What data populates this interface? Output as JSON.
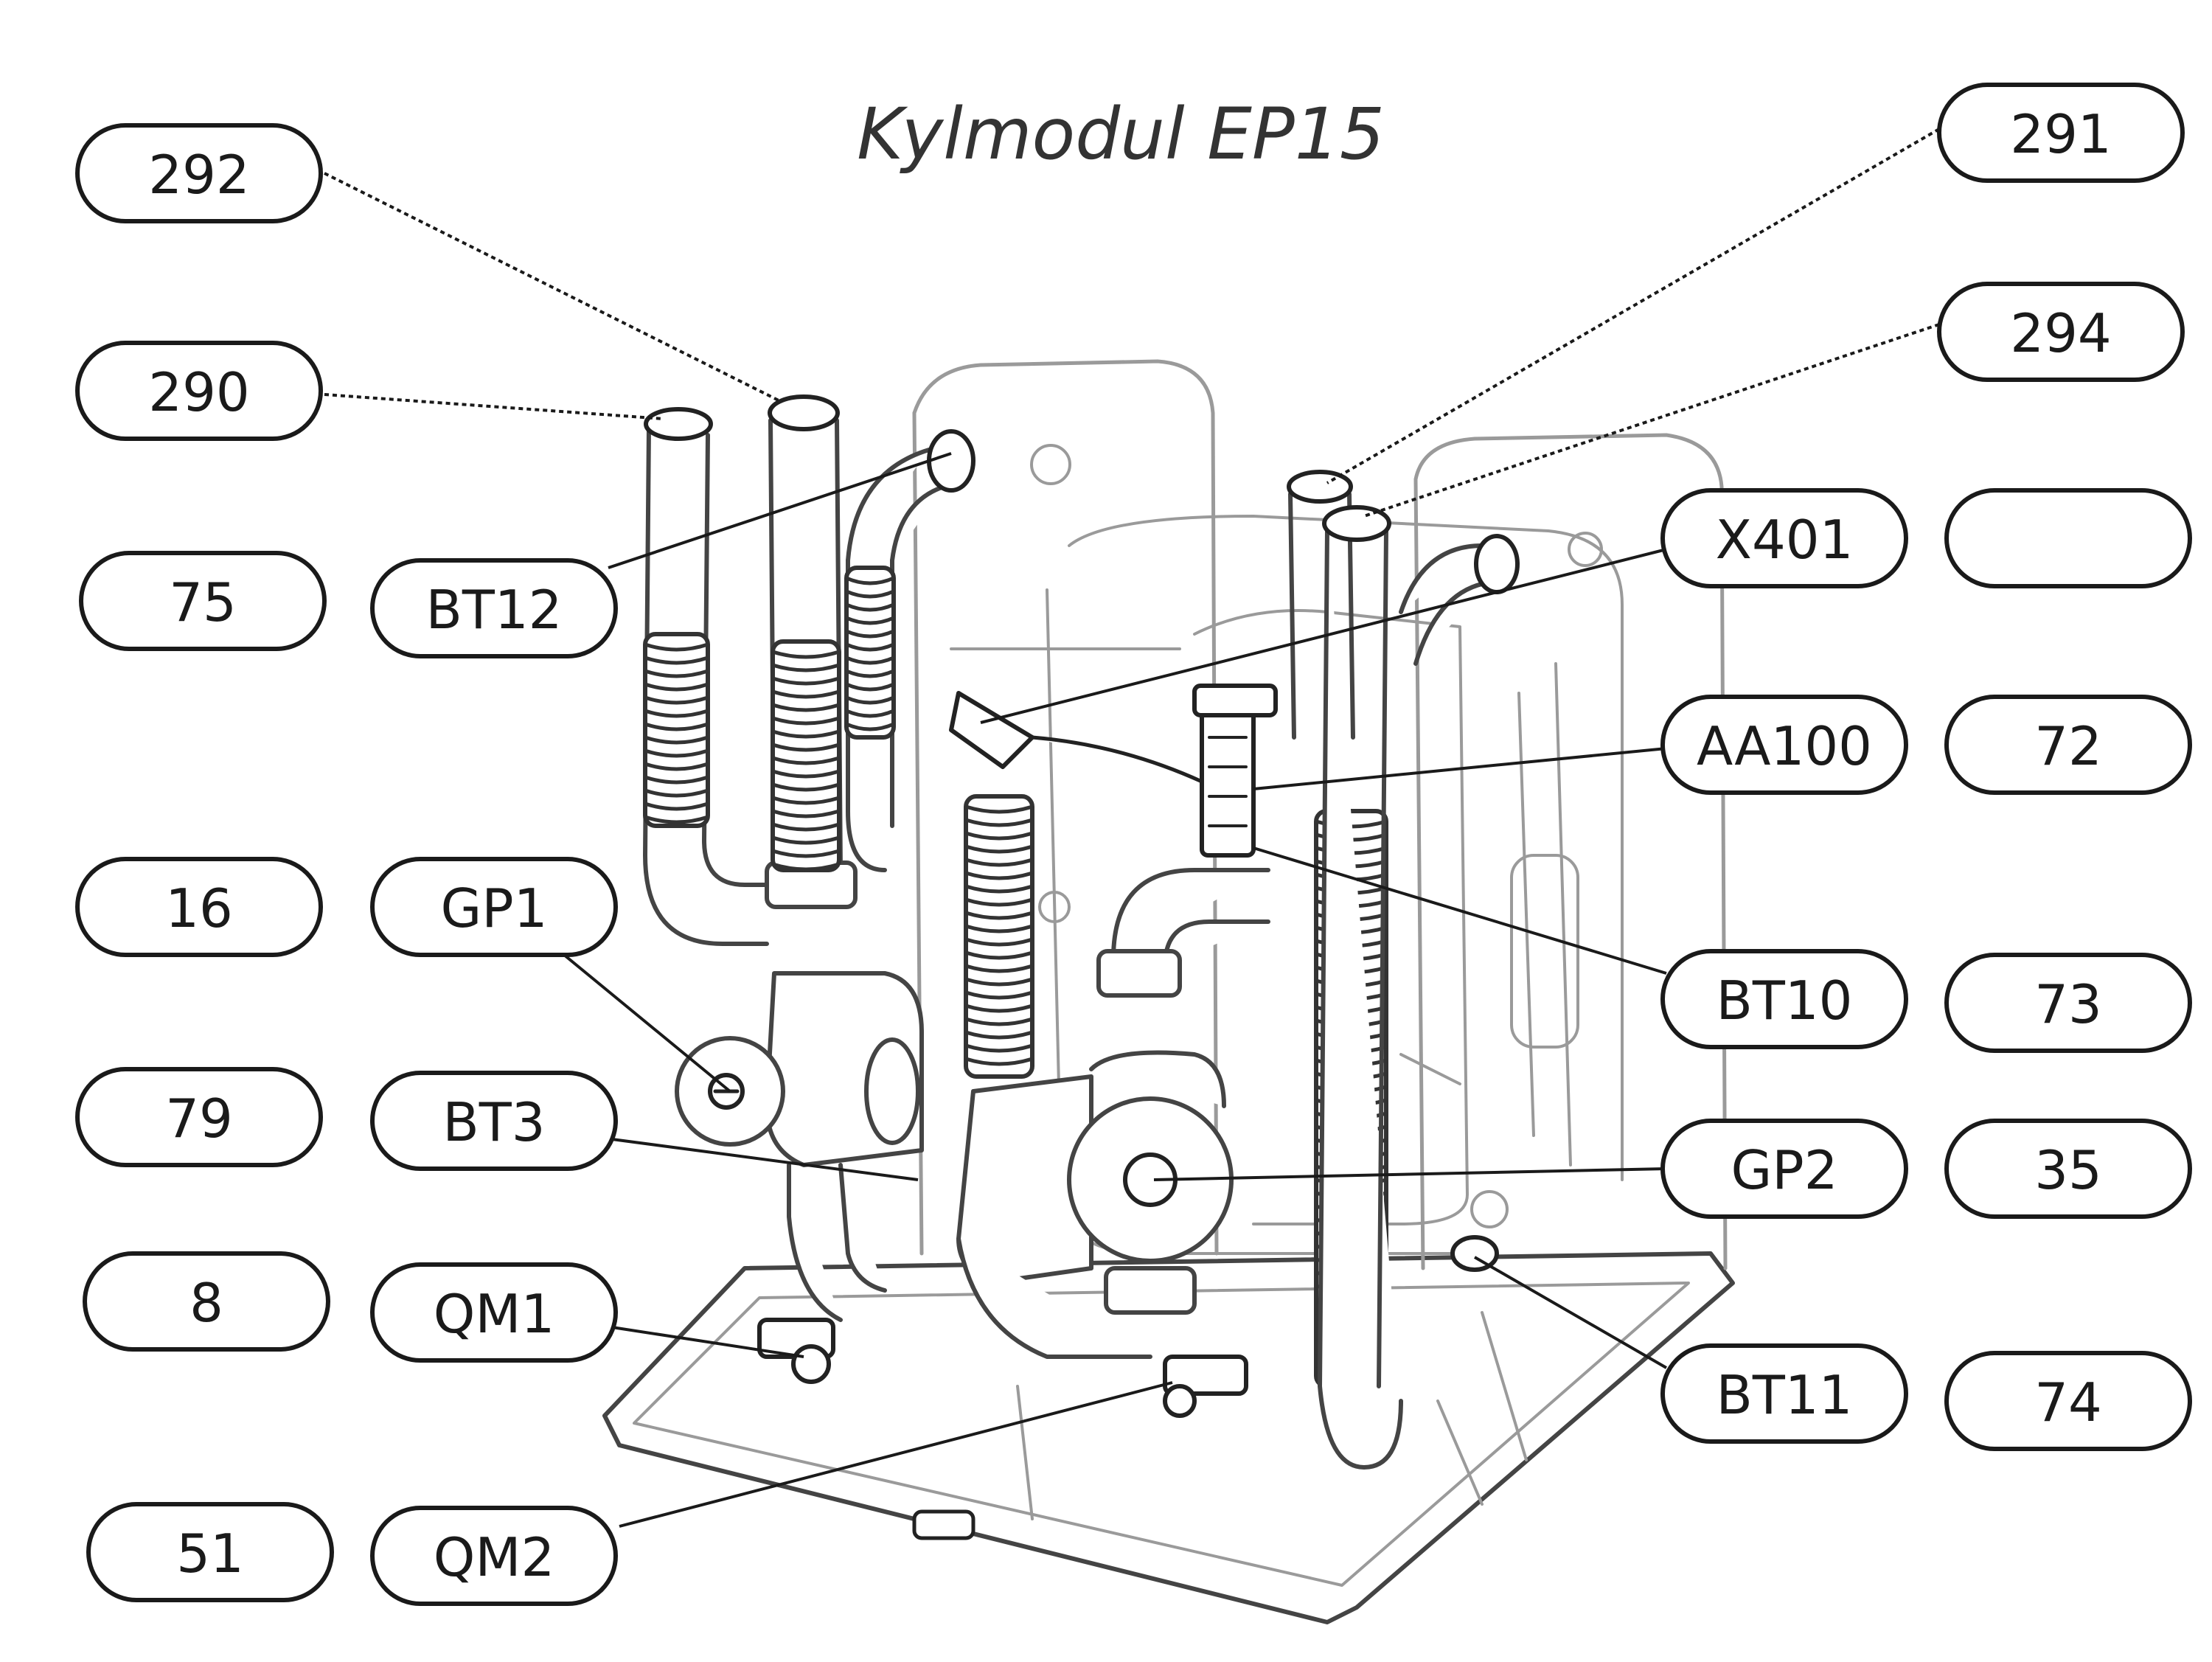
{
  "title": "Kylmodul EP15",
  "labels": {
    "l292": "292",
    "l290": "290",
    "l75": "75",
    "lBT12": "BT12",
    "l16": "16",
    "lGP1": "GP1",
    "l79": "79",
    "lBT3": "BT3",
    "l8": "8",
    "lQM1": "QM1",
    "l51": "51",
    "lQM2": "QM2",
    "l291": "291",
    "l294": "294",
    "lX401": "X401",
    "lblank": "",
    "lAA100": "AA100",
    "l72": "72",
    "lBT10": "BT10",
    "l73": "73",
    "lGP2": "GP2",
    "l35": "35",
    "lBT11": "BT11",
    "l74": "74"
  },
  "colors": {
    "line": "#1a1a1a",
    "machine": "#444444",
    "background": "#ffffff"
  }
}
